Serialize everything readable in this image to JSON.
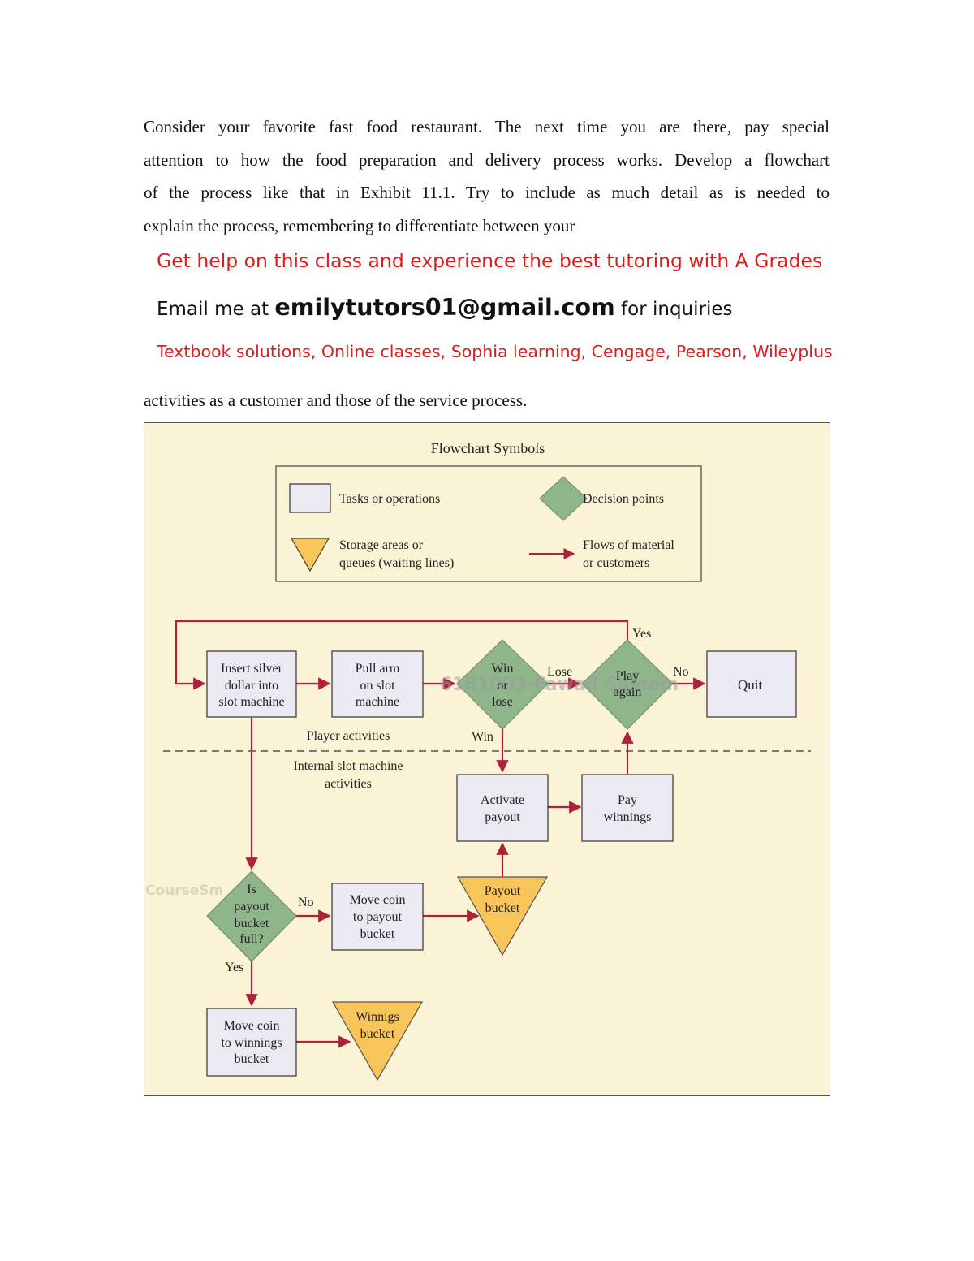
{
  "intro": {
    "lines": [
      "Consider your favorite fast food restaurant.  The next time you are there, pay special",
      "attention to how the food preparation and delivery process works.  Develop a flowchart",
      "of the process like that in Exhibit 11.1.  Try to include as much detail as is needed to",
      "explain the process, remembering to differentiate between your"
    ]
  },
  "ad": {
    "line1": "Get help on this class and experience the best tutoring with A Grades",
    "line2_pre": "Email me at ",
    "email": "emilytutors01@gmail.com",
    "line2_post": " for inquiries",
    "line3": "Textbook solutions, Online classes, Sophia learning, Cengage, Pearson, Wileyplus"
  },
  "continuation": "activities as a customer and those of the service process.",
  "figure": {
    "title": "Flowchart Symbols",
    "legend": {
      "tasks": "Tasks or operations",
      "decisions": "Decision points",
      "storage_line1": "Storage areas or",
      "storage_line2": "queues (waiting lines)",
      "flows_line1": "Flows of material",
      "flows_line2": "or customers"
    },
    "zones": {
      "player": "Player activities",
      "internal_line1": "Internal slot machine",
      "internal_line2": "activities"
    },
    "nodes": {
      "insert": [
        "Insert silver",
        "dollar into",
        "slot machine"
      ],
      "pull": [
        "Pull arm",
        "on slot",
        "machine"
      ],
      "win_or_lose": [
        "Win",
        "or",
        "lose"
      ],
      "play_again": [
        "Play",
        "again"
      ],
      "quit": "Quit",
      "activate": [
        "Activate",
        "payout"
      ],
      "pay": [
        "Pay",
        "winnings"
      ],
      "bucket_full": [
        "Is",
        "payout",
        "bucket",
        "full?"
      ],
      "move_payout": [
        "Move coin",
        "to payout",
        "bucket"
      ],
      "payout_bucket": [
        "Payout",
        "bucket"
      ],
      "move_winnings": [
        "Move coin",
        "to winnings",
        "bucket"
      ],
      "winnings_bucket": [
        "Winnigs",
        "bucket"
      ]
    },
    "edge_labels": {
      "yes_top": "Yes",
      "lose": "Lose",
      "no_quit": "No",
      "win": "Win",
      "no_full": "No",
      "yes_full": "Yes"
    },
    "watermarks": {
      "center": "6181003-Fawad Saleem",
      "left": "CourseSm"
    },
    "colors": {
      "background": "#fbf3d6",
      "task_fill": "#ebe9f1",
      "decision_fill": "#8fb68b",
      "storage_fill": "#f8c55a",
      "arrow": "#b0203a"
    }
  }
}
